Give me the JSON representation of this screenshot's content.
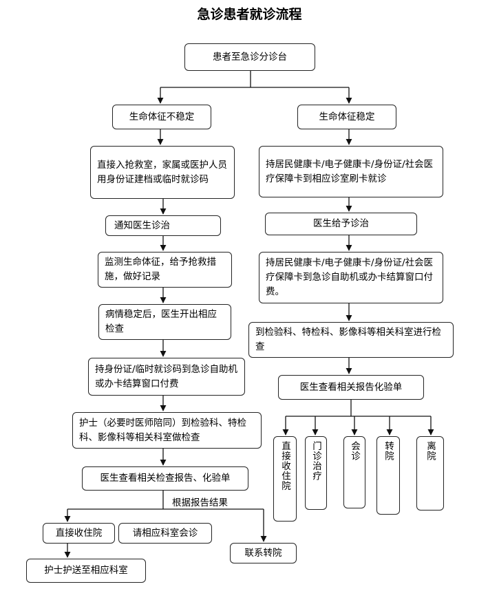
{
  "title": "急诊患者就诊流程",
  "start": "患者至急诊分诊台",
  "unstable": {
    "head": "生命体征不稳定",
    "steps": [
      "直接入抢救室，家属或医护人员用身份证建档或临时就诊码",
      "通知医生诊治",
      "监测生命体征，给予抢救措施，做好记录",
      "病情稳定后，医生开出相应检查",
      "持身份证/临时就诊码到急诊自助机或办卡结算窗口付费",
      "护士（必要时医师陪同）到检验科、特检科、影像科等相关科室做检查",
      "医生查看相关检查报告、化验单"
    ],
    "branch_label": "根据报告结果",
    "outcomes": {
      "admit": "直接收住院",
      "consult": "请相应科室会诊",
      "escort": "护士护送至相应科室",
      "transfer": "联系转院"
    }
  },
  "stable": {
    "head": "生命体征稳定",
    "steps": [
      "持居民健康卡/电子健康卡/身份证/社会医疗保障卡到相应诊室刷卡就诊",
      "医生给予诊治",
      "持居民健康卡/电子健康卡/身份证/社会医疗保障卡到急诊自助机或办卡结算窗口付费。",
      "到检验科、特检科、影像科等相关科室进行检查",
      "医生查看相关报告化验单"
    ],
    "outcomes": [
      "直接收住院",
      "门诊治疗",
      "会诊",
      "转院",
      "离院"
    ]
  }
}
